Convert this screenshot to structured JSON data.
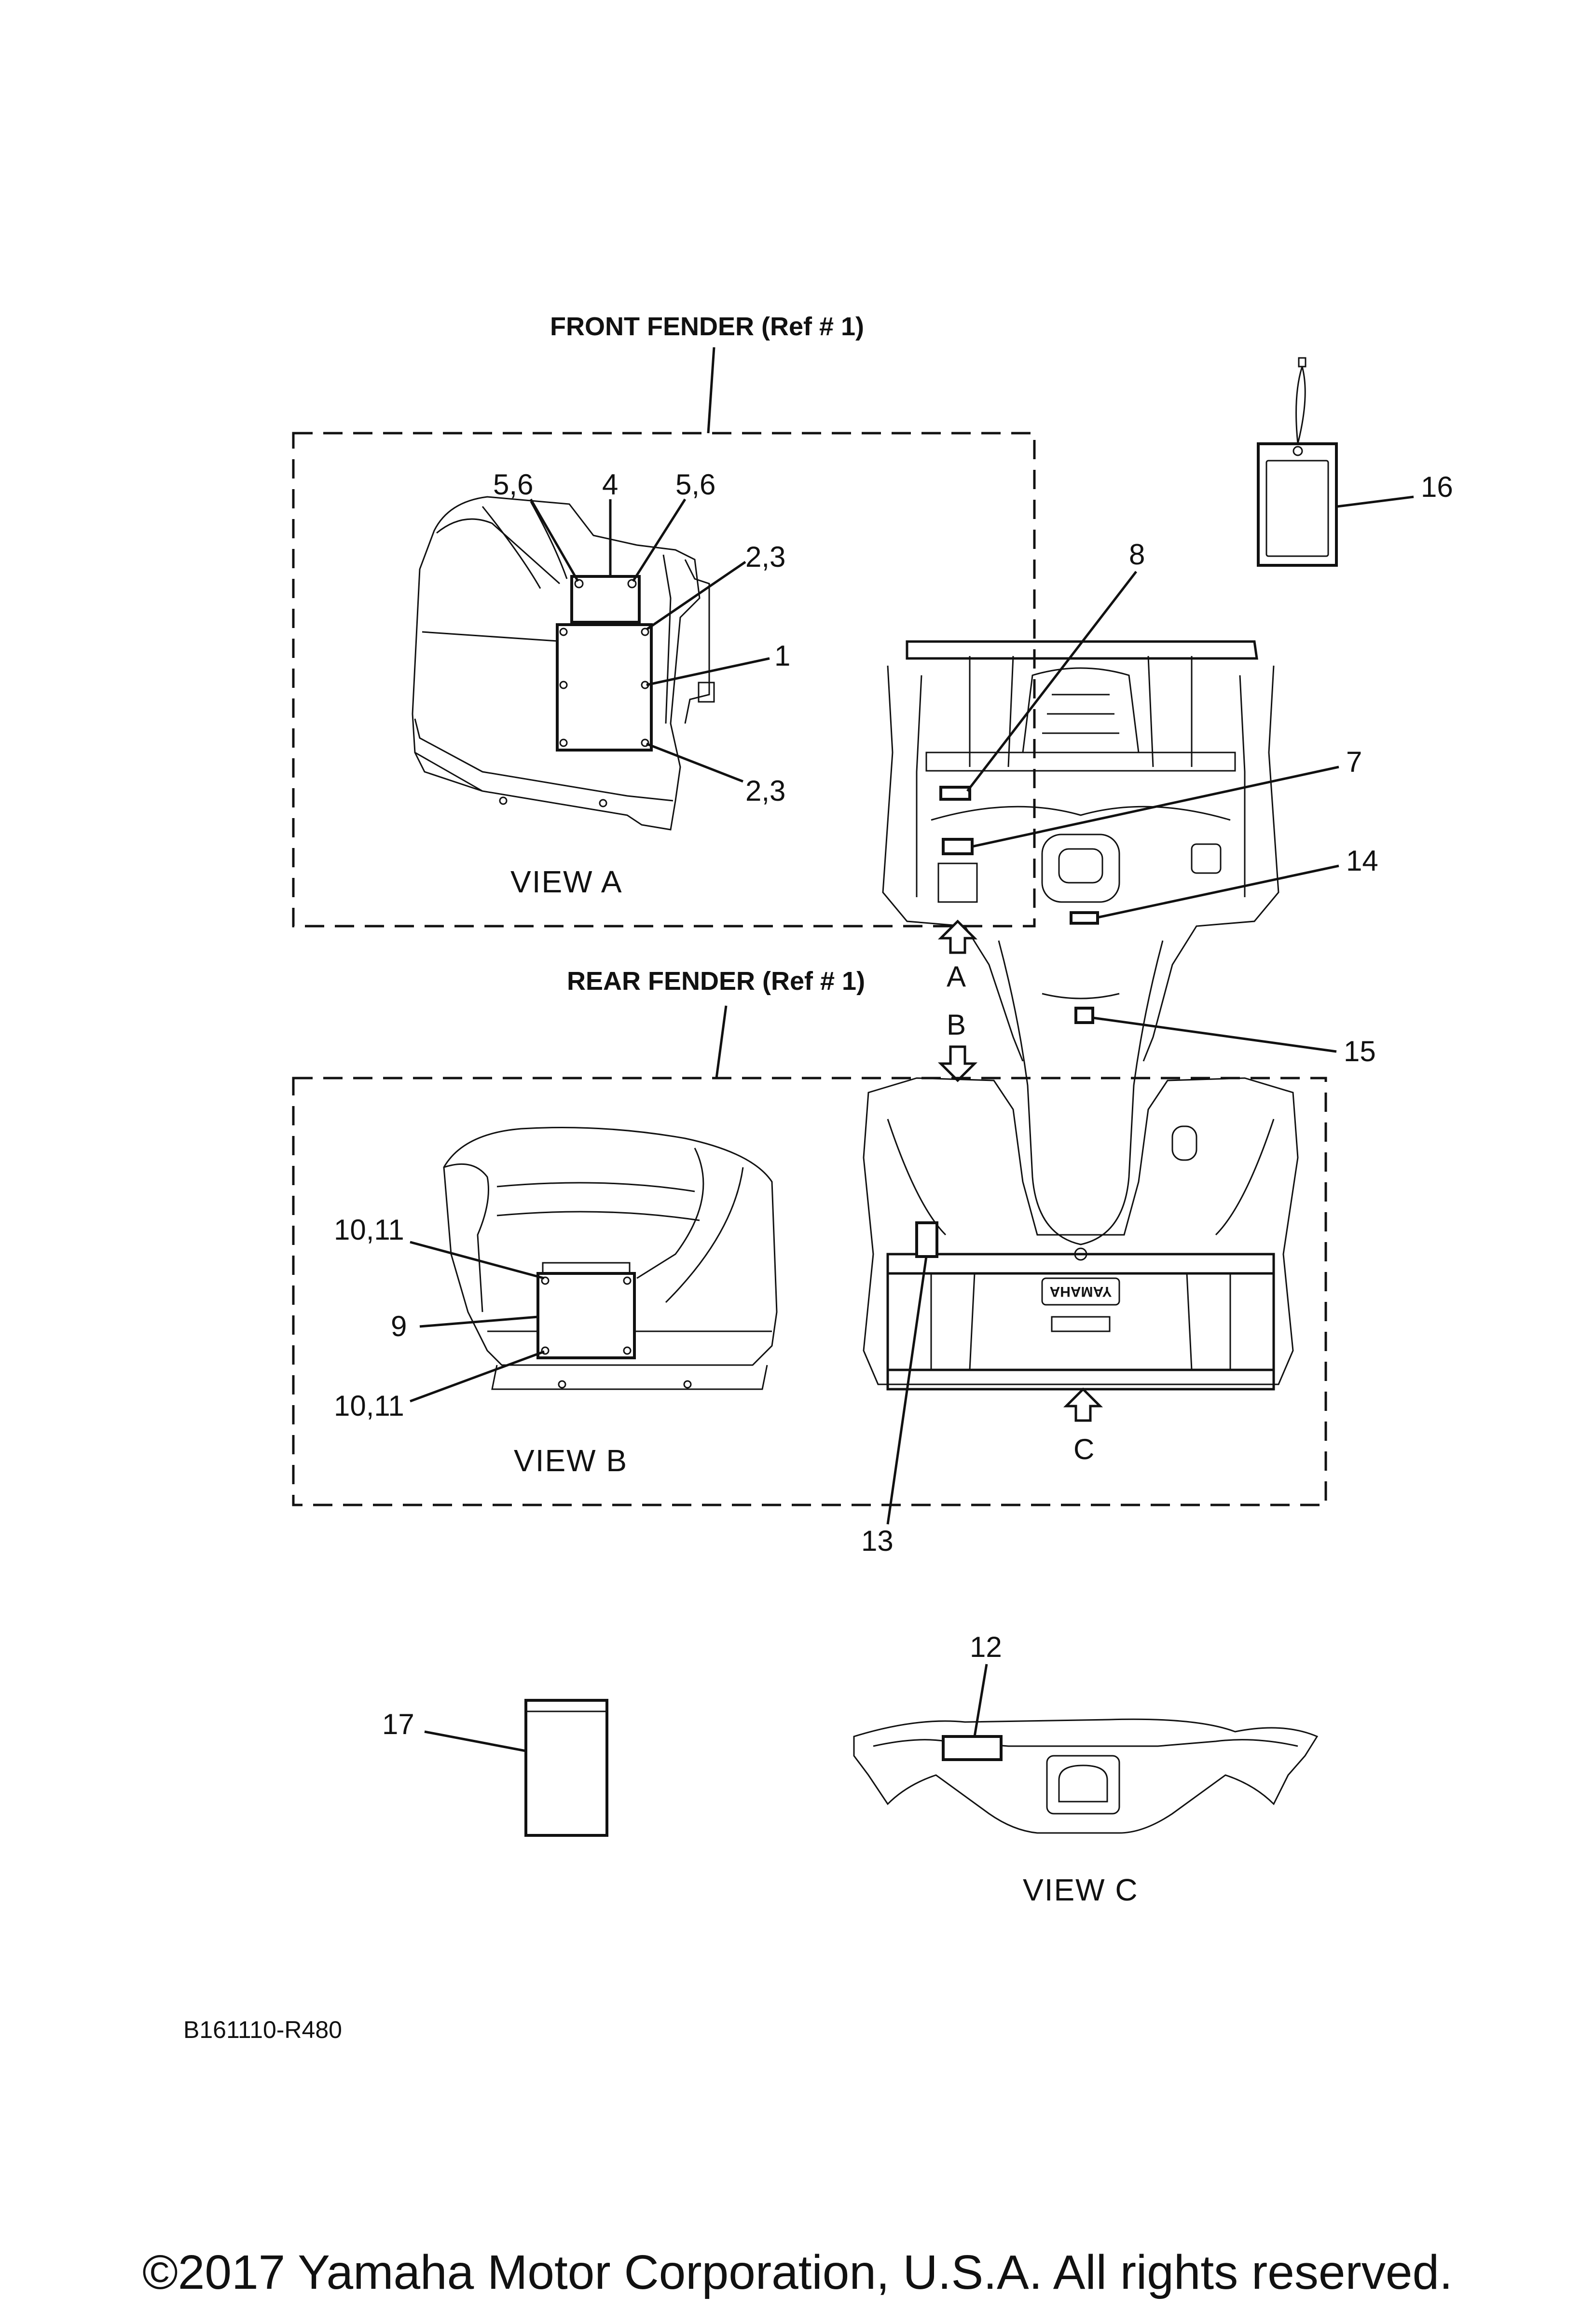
{
  "titles": {
    "front_fender": "FRONT FENDER (Ref # 1)",
    "rear_fender": "REAR FENDER (Ref # 1)"
  },
  "views": {
    "a": "VIEW A",
    "b": "VIEW B",
    "c": "VIEW C"
  },
  "arrows": {
    "a": "A",
    "b": "B",
    "c": "C"
  },
  "callouts": {
    "c1": "1",
    "c2_3_top": "2,3",
    "c2_3_bottom": "2,3",
    "c4": "4",
    "c5_6_left": "5,6",
    "c5_6_right": "5,6",
    "c7": "7",
    "c8": "8",
    "c9": "9",
    "c10_11_top": "10,11",
    "c10_11_bottom": "10,11",
    "c12": "12",
    "c13": "13",
    "c14": "14",
    "c15": "15",
    "c16": "16",
    "c17": "17"
  },
  "brand_mark": "YAMAHA",
  "diagram_code": "B161110-R480",
  "copyright": "©2017 Yamaha Motor Corporation, U.S.A. All rights reserved."
}
